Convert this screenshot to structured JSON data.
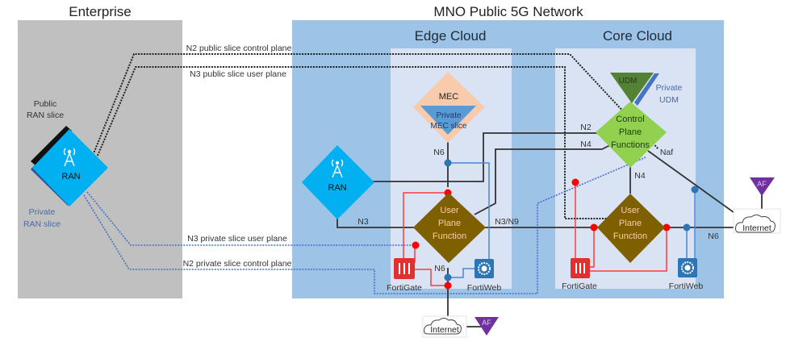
{
  "regions": {
    "enterprise": "Enterprise",
    "mno": "MNO Public 5G Network",
    "edge_cloud": "Edge Cloud",
    "core_cloud": "Core Cloud"
  },
  "enterprise_ran": {
    "label": "RAN",
    "public_slice": [
      "Public",
      "RAN slice"
    ],
    "private_slice": [
      "Private",
      "RAN slice"
    ]
  },
  "links": {
    "n2_public": "N2 public slice control plane",
    "n3_public": "N3 public slice user plane",
    "n3_private": "N3 private slice user plane",
    "n2_private": "N2 private slice control plane"
  },
  "edge": {
    "mec": "MEC",
    "mec_private": [
      "Private",
      "MEC slice"
    ],
    "ran": "RAN",
    "upf": [
      "User",
      "Plane",
      "Function"
    ],
    "n6_top": "N6",
    "n6_bottom": "N6",
    "n3": "N3",
    "n3n9": "N3/N9",
    "fortigate": "FortiGate",
    "fortiweb": "FortiWeb",
    "internet": "Internet",
    "af": "AF"
  },
  "core": {
    "udm": "UDM",
    "udm_private": [
      "Private",
      "UDM"
    ],
    "cpf": [
      "Control",
      "Plane",
      "Functions"
    ],
    "n2": "N2",
    "n4_left": "N4",
    "n4_down": "N4",
    "naf": "Naf",
    "n6": "N6",
    "upf": [
      "User",
      "Plane",
      "Function"
    ],
    "fortigate": "FortiGate",
    "fortiweb": "FortiWeb",
    "internet": "Internet",
    "af": "AF"
  },
  "colors": {
    "enterprise_bg": "#c0c0c0",
    "mno_bg": "#9dc3e6",
    "inner_bg": "#dae3f3",
    "ran": "#00b0f0",
    "upf": "#7f6000",
    "cpf": "#92d050",
    "udm": "#548235",
    "mec": "#f8cbad",
    "mec_private": "#5b9bd5",
    "fortigate": "#e03030",
    "fortiweb": "#2e75b6",
    "af": "#7030a0",
    "red_link": "#ff0000",
    "blue_link": "#4472c4"
  }
}
